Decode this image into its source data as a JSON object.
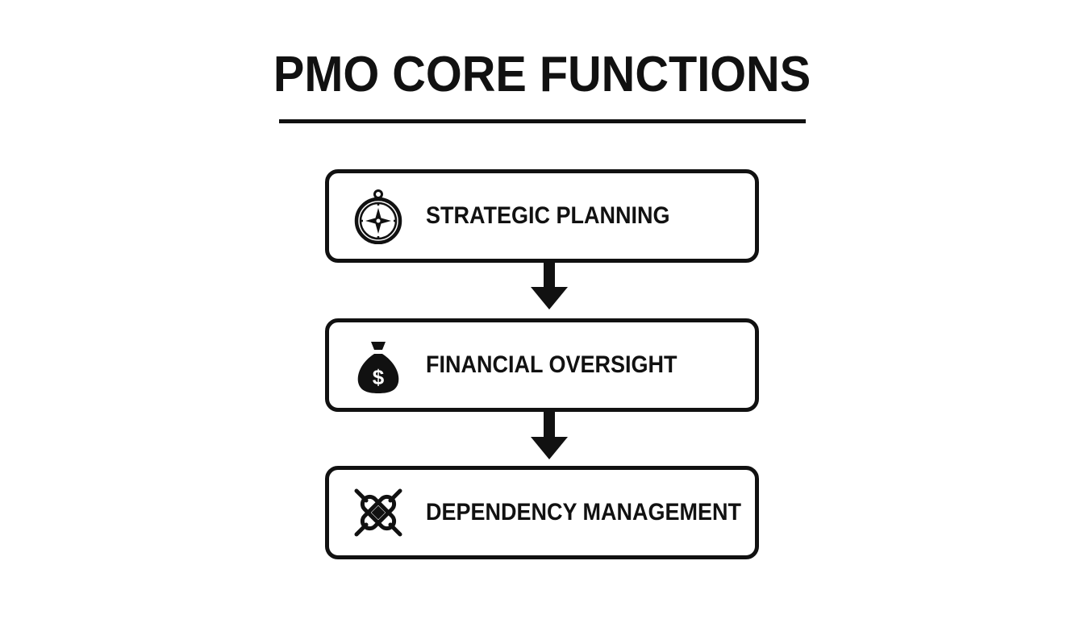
{
  "diagram": {
    "title": "PMO CORE FUNCTIONS",
    "steps": [
      {
        "label": "STRATEGIC PLANNING",
        "icon": "compass-icon"
      },
      {
        "label": "FINANCIAL OVERSIGHT",
        "icon": "money-bag-icon"
      },
      {
        "label": "DEPENDENCY MANAGEMENT",
        "icon": "chain-link-icon"
      }
    ],
    "colors": {
      "ink": "#111111",
      "background": "#ffffff"
    }
  }
}
